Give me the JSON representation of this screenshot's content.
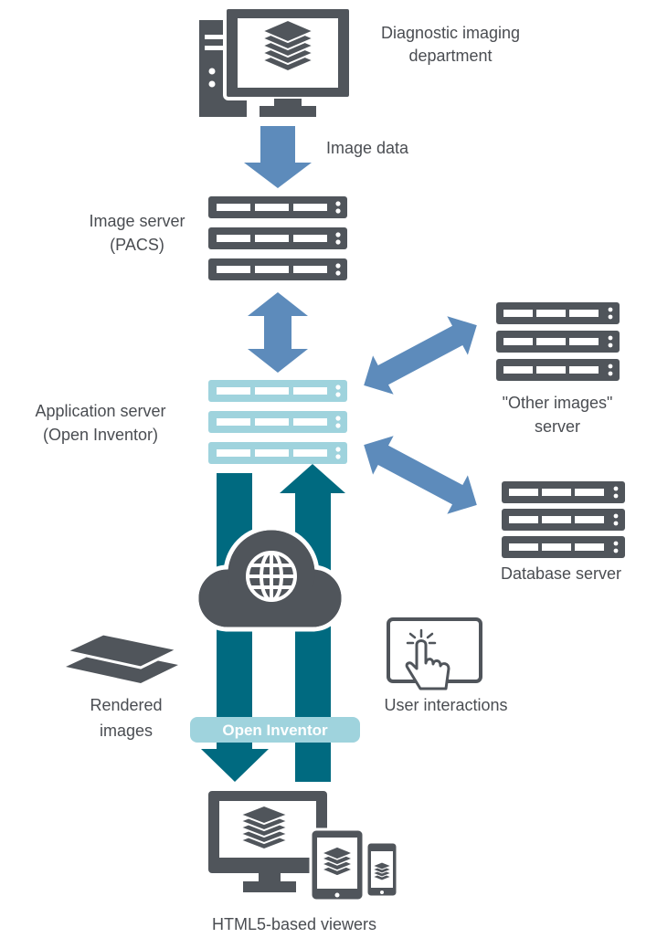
{
  "labels": {
    "diagnostic_line1": "Diagnostic imaging",
    "diagnostic_line2": "department",
    "image_data": "Image data",
    "image_server_line1": "Image server",
    "image_server_line2": "(PACS)",
    "app_server_line1": "Application server",
    "app_server_line2": "(Open Inventor)",
    "other_images_line1": "\"Other images\"",
    "other_images_line2": "server",
    "database_server": "Database server",
    "rendered_line1": "Rendered",
    "rendered_line2": "images",
    "user_interactions": "User interactions",
    "open_inventor_badge": "Open Inventor",
    "html5_viewers": "HTML5-based viewers"
  },
  "colors": {
    "dark_gray": "#50555b",
    "light_blue": "#9fd3dd",
    "mid_blue": "#5d8bbb",
    "teal": "#006a80",
    "badge": "#9fd3dd"
  },
  "icons": {
    "workstation": "desktop-computer-icon",
    "server": "server-rack-icon",
    "cloud": "cloud-globe-icon",
    "touch": "touch-tablet-icon",
    "viewers": "multi-device-icon"
  }
}
